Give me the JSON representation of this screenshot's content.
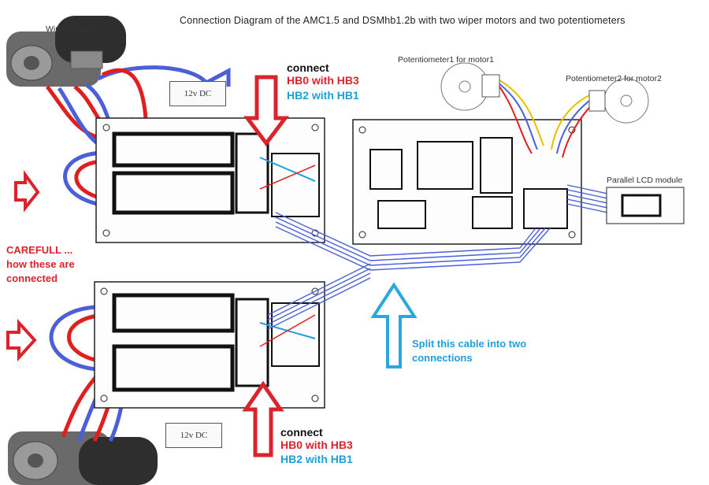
{
  "title": "Connection Diagram of the AMC1.5 and DSMhb1.2b with two wiper motors and two potentiometers",
  "labels": {
    "wiper_motor_top": "Wiper motor2",
    "psu_top": "12v DC",
    "psu_bottom": "12v DC",
    "pot1": "Potentiometer1 for motor1",
    "pot2": "Potentiometer2 for motor2",
    "lcd": "Parallel LCD module"
  },
  "connect_top": {
    "title": "connect",
    "line1": "HB0 with HB3",
    "line2": "HB2 with HB1"
  },
  "connect_bottom": {
    "title": "connect",
    "line1": "HB0 with HB3",
    "line2": "HB2 with HB1"
  },
  "careful": {
    "line1": "CAREFULL ...",
    "line2": "how these are",
    "line3": "connected"
  },
  "split": {
    "line1": "Split this cable into two",
    "line2": "connections"
  },
  "colors": {
    "red": "#d9232d",
    "blue": "#1e9fd8",
    "wire_blue": "#4a5fd8",
    "wire_red": "#e02020",
    "pcb": "#222222",
    "arrow_red": "#d9232d",
    "arrow_blue": "#29a8e0"
  }
}
